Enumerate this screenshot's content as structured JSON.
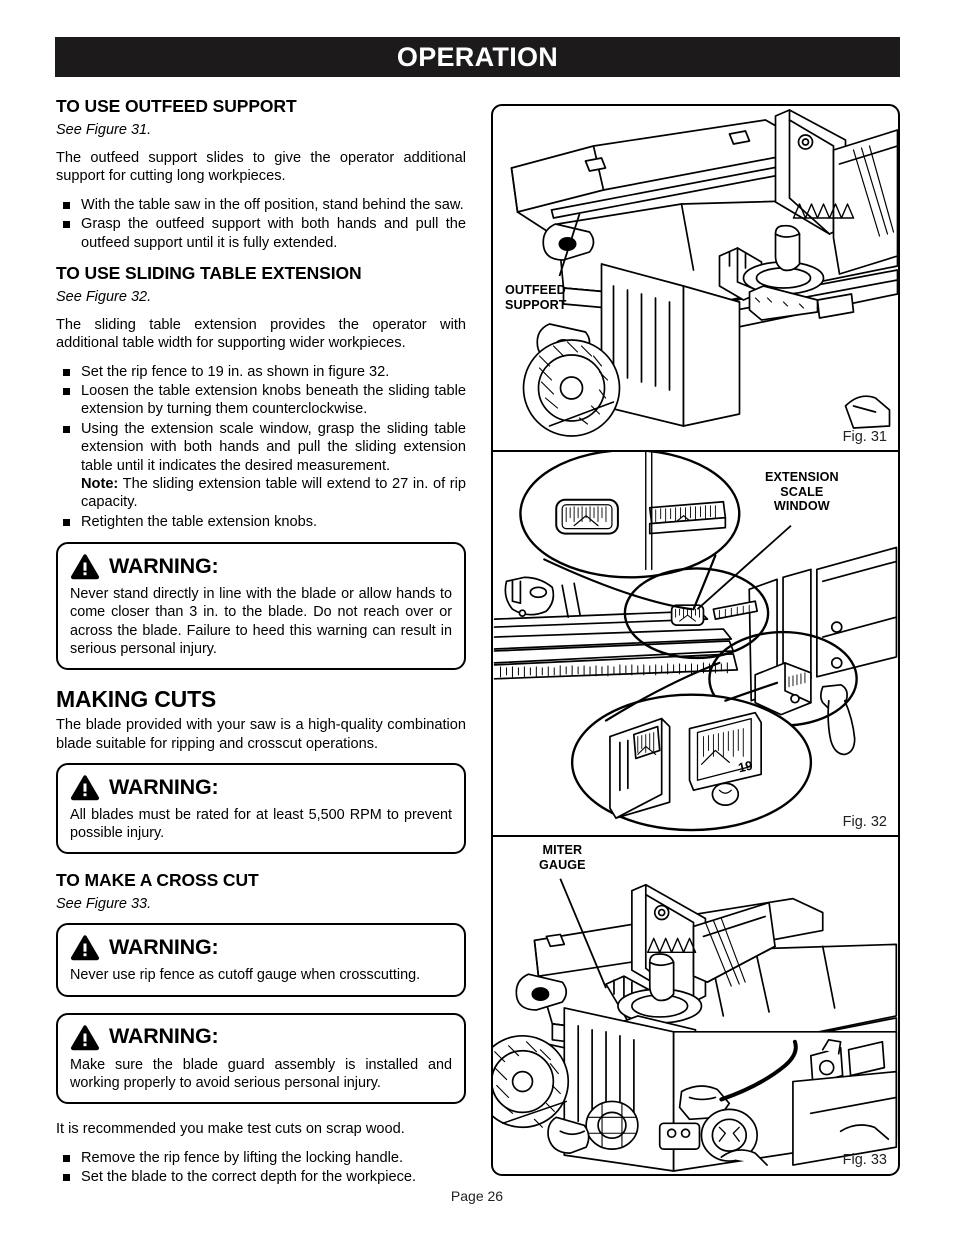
{
  "header": {
    "title": "OPERATION"
  },
  "footer": {
    "page_label": "Page 26"
  },
  "sections": {
    "outfeed": {
      "heading": "TO USE OUTFEED SUPPORT",
      "see_figure": "See Figure 31.",
      "intro": "The outfeed support slides to give the operator additional support for cutting long workpieces.",
      "bullets": [
        "With the table saw in the off position, stand behind the saw.",
        "Grasp the outfeed support with both hands and pull the outfeed support until it is fully extended."
      ]
    },
    "sliding_table": {
      "heading": "TO USE SLIDING TABLE EXTENSION",
      "see_figure": "See Figure 32.",
      "intro": "The sliding table extension provides the operator with  additional table width for supporting wider workpieces.",
      "bullets": [
        "Set the rip fence to 19 in. as shown in figure 32.",
        "Loosen the table extension knobs beneath the sliding table extension by turning them counterclockwise.",
        "Using the extension scale window, grasp the sliding table extension with both hands and pull the sliding extension table until it indicates the desired measurement.",
        "Retighten the table extension knobs."
      ],
      "note_label": "Note:",
      "note_text": " The sliding extension table will extend to 27 in. of rip capacity."
    },
    "making_cuts": {
      "heading": "MAKING CUTS",
      "intro": "The blade provided with your saw is a high-quality combination blade suitable for ripping and crosscut operations."
    },
    "cross_cut": {
      "heading": "TO MAKE A CROSS CUT",
      "see_figure": "See Figure 33.",
      "recommend_text": "It is recommended you make test cuts on scrap wood.",
      "bullets": [
        "Remove the rip fence by lifting the locking handle.",
        "Set the blade to the correct depth for the workpiece."
      ]
    }
  },
  "warnings": [
    {
      "label": "WARNING:",
      "text": "Never stand directly in line with the blade or allow hands to come closer than 3 in. to the blade. Do not reach over or across the blade. Failure to heed this warning can result in serious personal injury."
    },
    {
      "label": "WARNING:",
      "text": "All blades must be rated for at least 5,500 RPM to prevent possible injury."
    },
    {
      "label": "WARNING:",
      "text": "Never use rip fence as cutoff gauge when crosscutting."
    },
    {
      "label": "WARNING:",
      "text": "Make sure the blade guard assembly is installed and working properly to avoid serious personal injury."
    }
  ],
  "figures": [
    {
      "id": "fig31",
      "caption": "Fig. 31",
      "callouts": [
        {
          "text": "OUTFEED\nSUPPORT"
        }
      ],
      "description": "Table saw shown from behind with the outfeed support extended at the rear of the table."
    },
    {
      "id": "fig32",
      "caption": "Fig. 32",
      "callouts": [
        {
          "text": "EXTENSION\nSCALE\nWINDOW"
        }
      ],
      "scale_readings": [
        "19"
      ],
      "description": "Sliding table extension with two magnified detail circles showing the extension scale window and the rip fence scale reading 19."
    },
    {
      "id": "fig33",
      "caption": "Fig. 33",
      "callouts": [
        {
          "text": "MITER\nGAUGE"
        }
      ],
      "description": "Table saw with the miter gauge seated in the table slot in front of the blade guard."
    }
  ],
  "colors": {
    "banner_bg": "#1c1a1a",
    "banner_text": "#ffffff",
    "ink": "#000000",
    "page_bg": "#ffffff"
  },
  "icons": {
    "warning_triangle": "warning-triangle-icon",
    "bullet": "square-bullet-icon"
  }
}
